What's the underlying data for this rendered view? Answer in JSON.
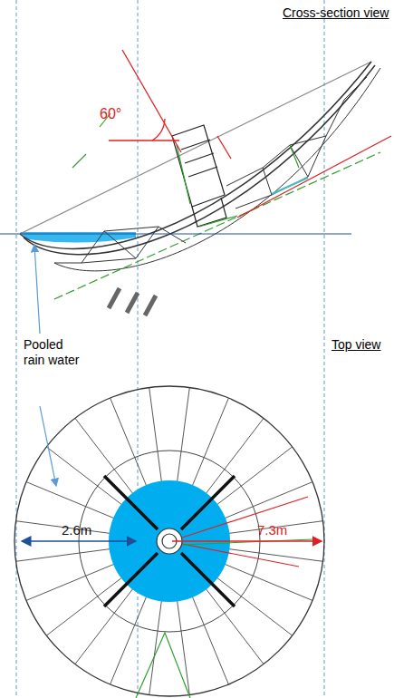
{
  "diagram": {
    "labels": [
      "Cross-section view",
      "60°",
      "Pooled rain water",
      "Top view",
      "2.6m",
      "7.3m"
    ]
  }
}
